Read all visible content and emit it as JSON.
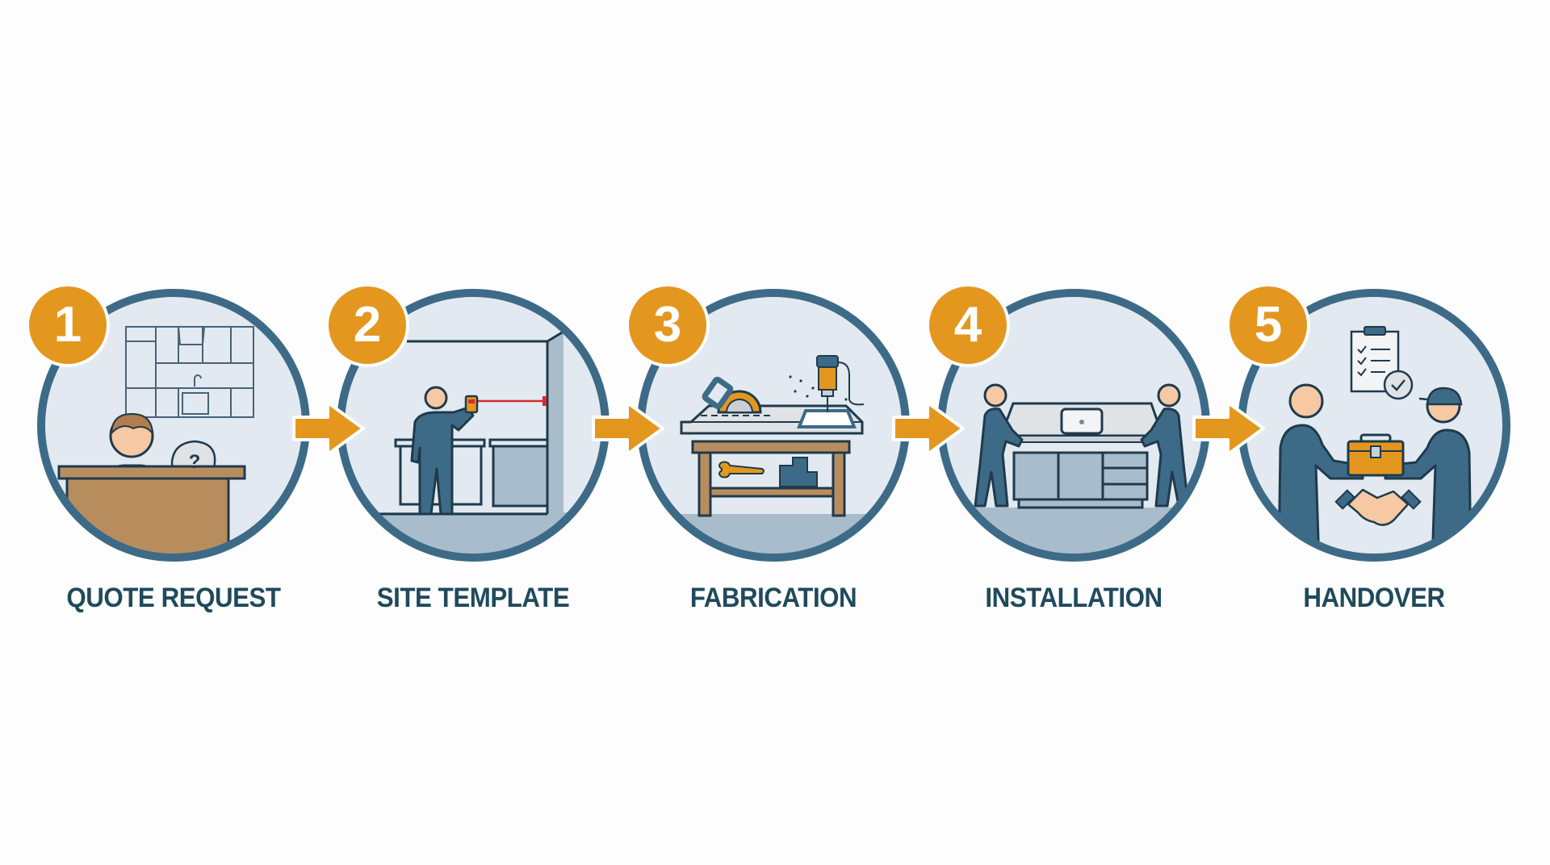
{
  "diagram": {
    "type": "process-flow",
    "colors": {
      "circle_border": "#3d6b87",
      "circle_fill": "#e2e9f0",
      "badge": "#e4971f",
      "arrow": "#e4971f",
      "label_text": "#1f4a5c",
      "figure": "#3d6b87",
      "skin": "#f6c9a2",
      "wood": "#b88d5e"
    },
    "steps": [
      {
        "number": "1",
        "label": "QUOTE REQUEST",
        "icon": "customer-at-desk-with-kitchen-sketch-icon",
        "bubble": "?"
      },
      {
        "number": "2",
        "label": "SITE TEMPLATE",
        "icon": "worker-laser-measuring-icon"
      },
      {
        "number": "3",
        "label": "FABRICATION",
        "icon": "workbench-saw-router-icon"
      },
      {
        "number": "4",
        "label": "INSTALLATION",
        "icon": "workers-placing-countertop-icon"
      },
      {
        "number": "5",
        "label": "HANDOVER",
        "icon": "handshake-handover-icon"
      }
    ],
    "connectors": [
      "arrow-right",
      "arrow-right",
      "arrow-right",
      "arrow-right"
    ]
  }
}
